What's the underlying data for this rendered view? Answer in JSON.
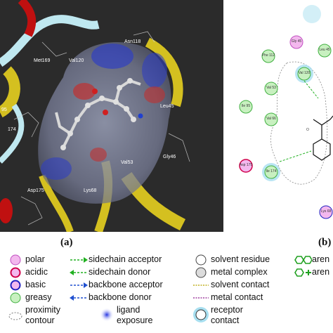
{
  "panel_a": {
    "letter": "(a)",
    "residue_labels": [
      "Asn118",
      "Met169",
      "Val120",
      "Leu45",
      "Gly46",
      "Val53",
      "Lys68",
      "Asp175",
      "95",
      "174"
    ]
  },
  "panel_b": {
    "letter": "(b)",
    "nodes": [
      "Gly 45",
      "Leu 45",
      "Phe 112",
      "Val 120",
      "Val 53",
      "Val 66",
      "Ile 95",
      "Asp 175",
      "Ile 174",
      "Lys 68"
    ]
  },
  "legend": {
    "polar": "polar",
    "acidic": "acidic",
    "basic": "basic",
    "greasy": "greasy",
    "proximity_contour": "proximity\ncontour",
    "sidechain_acceptor": "sidechain acceptor",
    "sidechain_donor": "sidechain donor",
    "backbone_acceptor": "backbone acceptor",
    "backbone_donor": "backbone donor",
    "ligand_exposure": "ligand\nexposure",
    "solvent_residue": "solvent residue",
    "metal_complex": "metal complex",
    "solvent_contact": "solvent contact",
    "metal_contact": "metal contact",
    "receptor_contact": "receptor\ncontact",
    "arene_h": "aren",
    "arene_plus": "aren"
  },
  "colors": {
    "polar": "#f3b8ee",
    "polar_border": "#c050c0",
    "acidic": "#f3b8ee",
    "acidic_border": "#d0004a",
    "basic_border": "#2020c0",
    "greasy": "#c8f0c0",
    "greasy_border": "#40b040",
    "green_arrow": "#20b020",
    "blue_arrow": "#2050d0",
    "solvent_contact": "#c0b020",
    "metal_contact": "#a040a0",
    "receptor_halo": "#a8dff0",
    "arene": "#20a020"
  }
}
